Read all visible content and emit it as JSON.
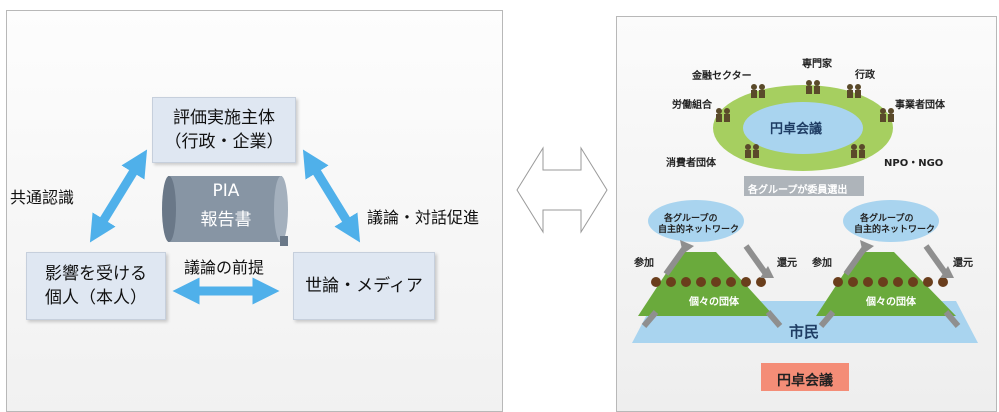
{
  "left_diagram": {
    "box_top": [
      "評価実施主体",
      "（行政・企業）"
    ],
    "box_left": [
      "影響を受ける",
      "個人（本人）"
    ],
    "box_right": "世論・メディア",
    "edge_left": "共通認識",
    "edge_right": "議論・対話促進",
    "edge_bottom": "議論の前提",
    "report": [
      "PIA",
      "報告書"
    ]
  },
  "right_diagram": {
    "center_label": "円卓会議",
    "members": [
      "金融セクター",
      "専門家",
      "行政",
      "労働組合",
      "事業者団体",
      "消費者団体",
      "NPO・NGO"
    ],
    "selection_banner": "各グループが委員選出",
    "networks": [
      "各グループの",
      "自主的ネットワーク"
    ],
    "group_label": "個々の団体",
    "participate": "参加",
    "return": "還元",
    "citizens": "市民",
    "caption": "円卓会議"
  },
  "colors": {
    "arrow_blue": "#4fb0ea",
    "box_fill": "#dfe7f2",
    "green_ring": "#a6cf60",
    "oval_blue": "#a9d4ef",
    "caption_fill": "#f48d77"
  }
}
